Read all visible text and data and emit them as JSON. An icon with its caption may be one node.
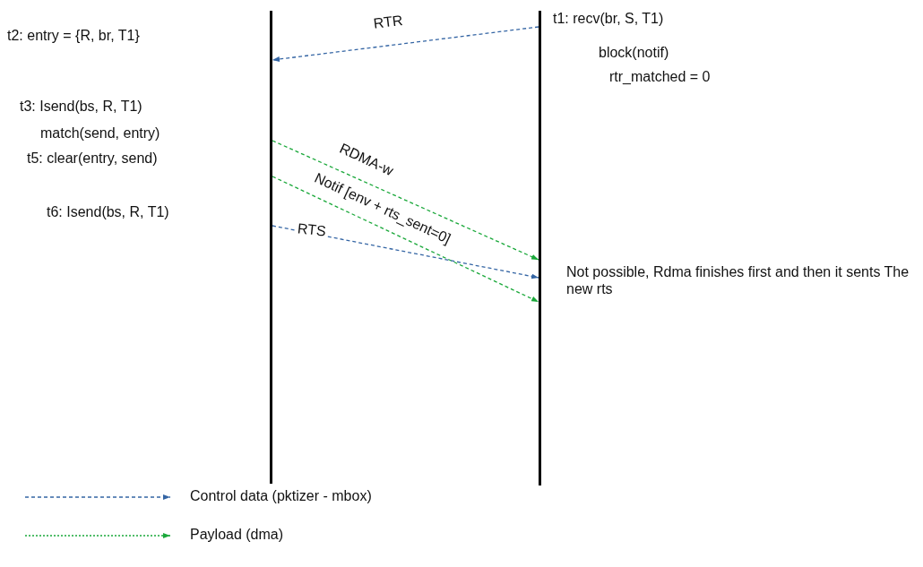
{
  "diagram": {
    "nodes": [
      {
        "text": [],
        "shape": "bar"
      },
      {
        "text": [],
        "shape": "bar"
      }
    ],
    "edges": [
      {
        "from": 1,
        "to": 0,
        "arrow": "to",
        "label": "RTR",
        "style": "dashed",
        "color": "#3465a4"
      },
      {
        "from": 0,
        "to": 1,
        "arrow": "to",
        "label": "RDMA-w",
        "style": "dashed",
        "color": "#1aa83a"
      },
      {
        "from": 0,
        "to": 1,
        "arrow": "to",
        "label": "Notif [env + rts_sent=0]",
        "style": "dashed",
        "color": "#1aa83a"
      },
      {
        "from": 0,
        "to": 1,
        "arrow": "to",
        "label": "RTS",
        "style": "dashed",
        "color": "#3465a4"
      }
    ],
    "labels": [
      "t1: recv(br, S, T1)",
      "t2: entry = {R, br, T1}",
      "block(notif)",
      "rtr_matched = 0",
      "t3: Isend(bs, R, T1)",
      "match(send, entry)",
      "t5: clear(entry, send)",
      "t6: Isend(bs, R, T1)",
      "Not possible, Rdma finishes first and then it sents The new rts"
    ],
    "legend": [
      {
        "text": "Control data (pktizer - mbox)"
      },
      {
        "text": "Payload (dma)"
      }
    ]
  }
}
